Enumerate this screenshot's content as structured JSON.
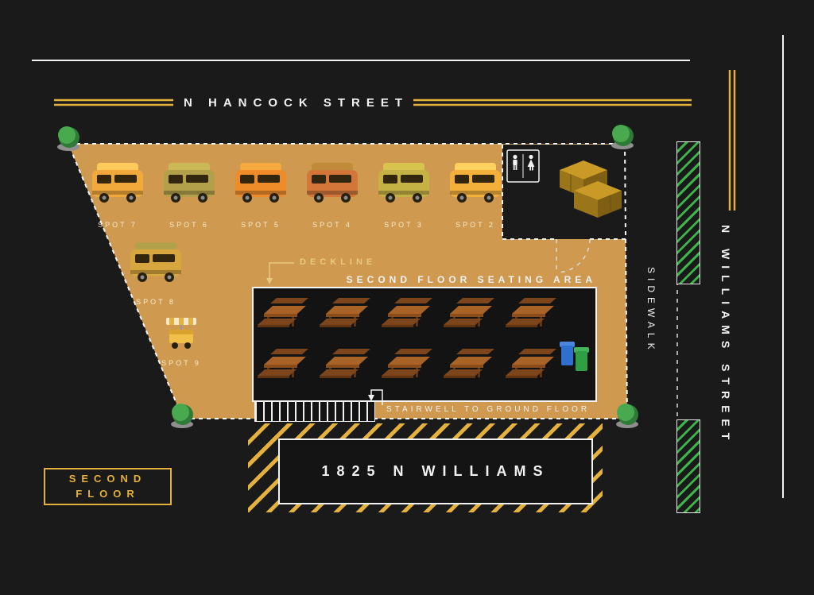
{
  "streets": {
    "hancock": "N HANCOCK STREET",
    "williams": "N WILLIAMS STREET",
    "sidewalk": "SIDEWALK"
  },
  "labels": {
    "deckline": "DECKLINE",
    "seating_area": "SECOND FLOOR SEATING AREA",
    "stairwell": "STAIRWELL TO GROUND FLOOR",
    "building": "1825 N WILLIAMS",
    "floor_badge_line1": "SECOND",
    "floor_badge_line2": "FLOOR"
  },
  "spots": [
    {
      "label": "SPOT 7"
    },
    {
      "label": "SPOT 6"
    },
    {
      "label": "SPOT 5"
    },
    {
      "label": "SPOT 4"
    },
    {
      "label": "SPOT 3"
    },
    {
      "label": "SPOT 2"
    },
    {
      "label": "SPOT 8"
    },
    {
      "label": "SPOT 9"
    }
  ],
  "vans": [
    {
      "spot": "SPOT 7",
      "body": "#f2a93b",
      "roof": "#ffc95c"
    },
    {
      "spot": "SPOT 6",
      "body": "#b3a04a",
      "roof": "#cbb958"
    },
    {
      "spot": "SPOT 5",
      "body": "#ef8c2a",
      "roof": "#f6a93f"
    },
    {
      "spot": "SPOT 4",
      "body": "#d2763a",
      "roof": "#c08b3a"
    },
    {
      "spot": "SPOT 3",
      "body": "#c4b244",
      "roof": "#d6c44f"
    },
    {
      "spot": "SPOT 2",
      "body": "#f3b13c",
      "roof": "#ffd25f"
    },
    {
      "spot": "SPOT 8",
      "body": "#d8a63e",
      "roof": "#b3a04a"
    }
  ],
  "icons": {
    "tree": "tree-icon",
    "food_cart": "food-cart-icon",
    "small_cart": "vendor-cart-icon",
    "restroom": "restroom-icon",
    "picnic_table": "picnic-table-icon",
    "recycling_bins": "recycling-bin-icon",
    "storage_container": "storage-container-icon",
    "stairs": "stairs-icon"
  },
  "colors": {
    "background": "#1a1a1a",
    "lot_fill": "#cf9a4f",
    "road_yellow": "#e5b13d",
    "hatch_yellow": "#e5b13d",
    "hatch_green": "#3eb54a",
    "deckline_gold": "#e9c87f",
    "white": "#f2f2f2",
    "seating_bg": "#131313",
    "table_top": "#aa6326",
    "table_edge": "#8a4e1d",
    "table_bench": "#7c451b",
    "table_leg": "#5f3413",
    "tree_green": "#49a94e",
    "tree_shade": "#2f7a36",
    "bin_blue": "#2e6fd0",
    "bin_green": "#2f9e44",
    "container_gold": "#c99b26"
  }
}
